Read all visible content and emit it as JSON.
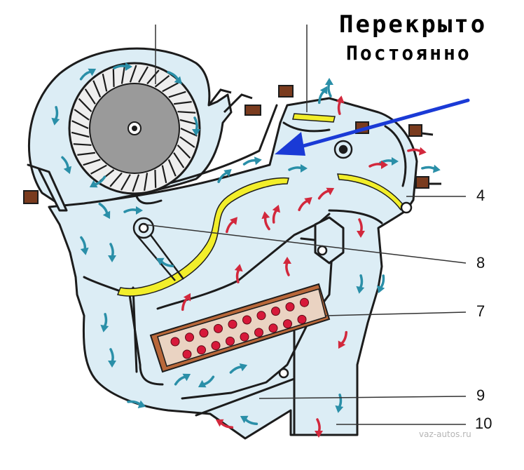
{
  "annotation": {
    "line1": "Перекрыто",
    "line2": "Постоянно",
    "arrow_color": "#1a3ad6"
  },
  "callouts": [
    {
      "id": "4",
      "label": "4"
    },
    {
      "id": "8",
      "label": "8"
    },
    {
      "id": "7",
      "label": "7"
    },
    {
      "id": "9",
      "label": "9"
    },
    {
      "id": "10",
      "label": "10"
    }
  ],
  "watermark": "vaz-autos.ru",
  "colors": {
    "housing_fill": "#dcedf5",
    "outline": "#1c1c1c",
    "cold_flow": "#2a8fa8",
    "warm_flow": "#d2283c",
    "damper": "#f2ee2a",
    "heater_core": "#b9683a",
    "tube_dot": "#d7193a",
    "fan": "#9a9a9a",
    "mount": "#7a3b1e"
  },
  "icons": [
    "fan-impeller-icon",
    "damper-pivot-icon",
    "heater-core-icon",
    "airflow-arrow-icon"
  ]
}
